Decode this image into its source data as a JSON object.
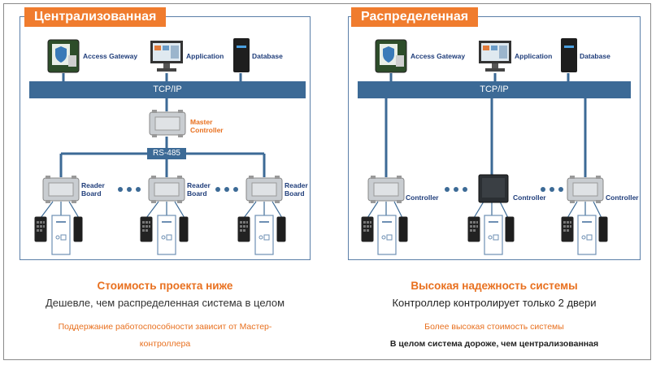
{
  "left": {
    "title": "Централизованная",
    "devices": {
      "gateway": "Access Gateway",
      "application": "Application",
      "database": "Database"
    },
    "bus": "TCP/IP",
    "master": "Master Controller",
    "rs485": "RS-485",
    "reader_board": "Reader Board",
    "caption": {
      "headline": "Стоимость проекта ниже",
      "line1": "Дешевле, чем распределенная система в целом",
      "line2": "Поддержание работоспособности зависит от Мастер-",
      "line3": "контроллера"
    }
  },
  "right": {
    "title": "Распределенная",
    "devices": {
      "gateway": "Access Gateway",
      "application": "Application",
      "database": "Database"
    },
    "bus": "TCP/IP",
    "controller": "Controller",
    "caption": {
      "headline": "Высокая надежность системы",
      "line1": "Контроллер контролирует только 2 двери",
      "line2": "Более высокая стоимость системы",
      "line3": "В целом система дороже, чем централизованная"
    }
  },
  "colors": {
    "accent": "#f07c2e",
    "bus": "#3c6a96",
    "frame": "#5b7fa8",
    "label": "#1f3d7a"
  }
}
